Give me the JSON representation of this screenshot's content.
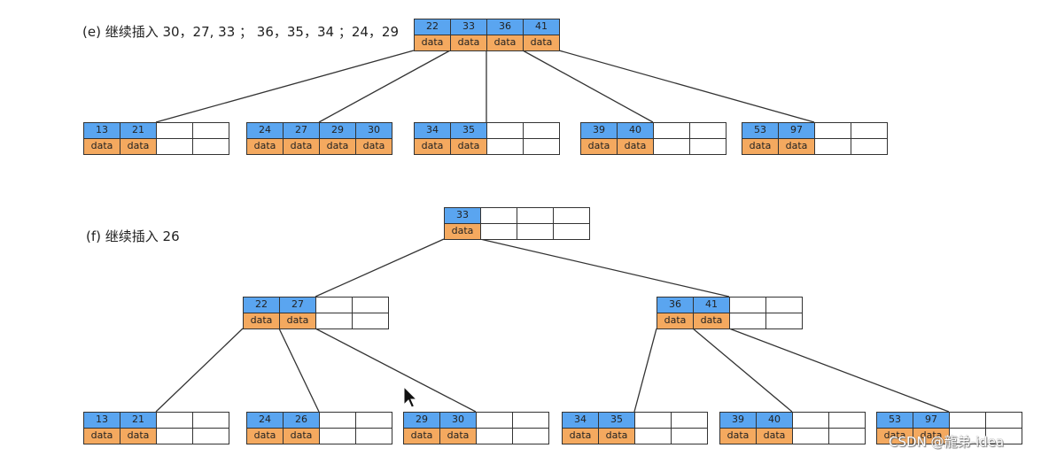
{
  "captions": {
    "e": "(e) 继续插入 30，27, 33 ； 36，35，34 ；24，29",
    "f": "(f) 继续插入 26"
  },
  "watermark": "CSDN @龍弟-idea",
  "colors": {
    "key": "#5aa5f0",
    "value": "#f4a95f",
    "border": "#333333",
    "line": "#333333"
  },
  "cursor_icon": "mouse-pointer-icon",
  "node_capacity": 4,
  "value_label": "data",
  "trees": [
    {
      "name": "tree-e",
      "nodes": [
        {
          "id": "e-root",
          "keys": [
            "22",
            "33",
            "36",
            "41"
          ]
        },
        {
          "id": "e-leaf-1",
          "keys": [
            "13",
            "21"
          ]
        },
        {
          "id": "e-leaf-2",
          "keys": [
            "24",
            "27",
            "29",
            "30"
          ]
        },
        {
          "id": "e-leaf-3",
          "keys": [
            "34",
            "35"
          ]
        },
        {
          "id": "e-leaf-4",
          "keys": [
            "39",
            "40"
          ]
        },
        {
          "id": "e-leaf-5",
          "keys": [
            "53",
            "97"
          ]
        }
      ],
      "edges": [
        [
          "e-root",
          0,
          "e-leaf-1",
          2
        ],
        [
          "e-root",
          1,
          "e-leaf-2",
          2
        ],
        [
          "e-root",
          2,
          "e-leaf-3",
          2
        ],
        [
          "e-root",
          3,
          "e-leaf-4",
          2
        ],
        [
          "e-root",
          4,
          "e-leaf-5",
          2
        ]
      ]
    },
    {
      "name": "tree-f",
      "nodes": [
        {
          "id": "f-root",
          "keys": [
            "33"
          ]
        },
        {
          "id": "f-int-1",
          "keys": [
            "22",
            "27"
          ]
        },
        {
          "id": "f-int-2",
          "keys": [
            "36",
            "41"
          ]
        },
        {
          "id": "f-leaf-1",
          "keys": [
            "13",
            "21"
          ]
        },
        {
          "id": "f-leaf-2",
          "keys": [
            "24",
            "26"
          ]
        },
        {
          "id": "f-leaf-3",
          "keys": [
            "29",
            "30"
          ]
        },
        {
          "id": "f-leaf-4",
          "keys": [
            "34",
            "35"
          ]
        },
        {
          "id": "f-leaf-5",
          "keys": [
            "39",
            "40"
          ]
        },
        {
          "id": "f-leaf-6",
          "keys": [
            "53",
            "97"
          ]
        }
      ],
      "edges": [
        [
          "f-root",
          0,
          "f-int-1",
          2
        ],
        [
          "f-root",
          1,
          "f-int-2",
          2
        ],
        [
          "f-int-1",
          0,
          "f-leaf-1",
          2
        ],
        [
          "f-int-1",
          1,
          "f-leaf-2",
          2
        ],
        [
          "f-int-1",
          2,
          "f-leaf-3",
          2
        ],
        [
          "f-int-2",
          0,
          "f-leaf-4",
          2
        ],
        [
          "f-int-2",
          1,
          "f-leaf-5",
          2
        ],
        [
          "f-int-2",
          2,
          "f-leaf-6",
          2
        ]
      ]
    }
  ]
}
